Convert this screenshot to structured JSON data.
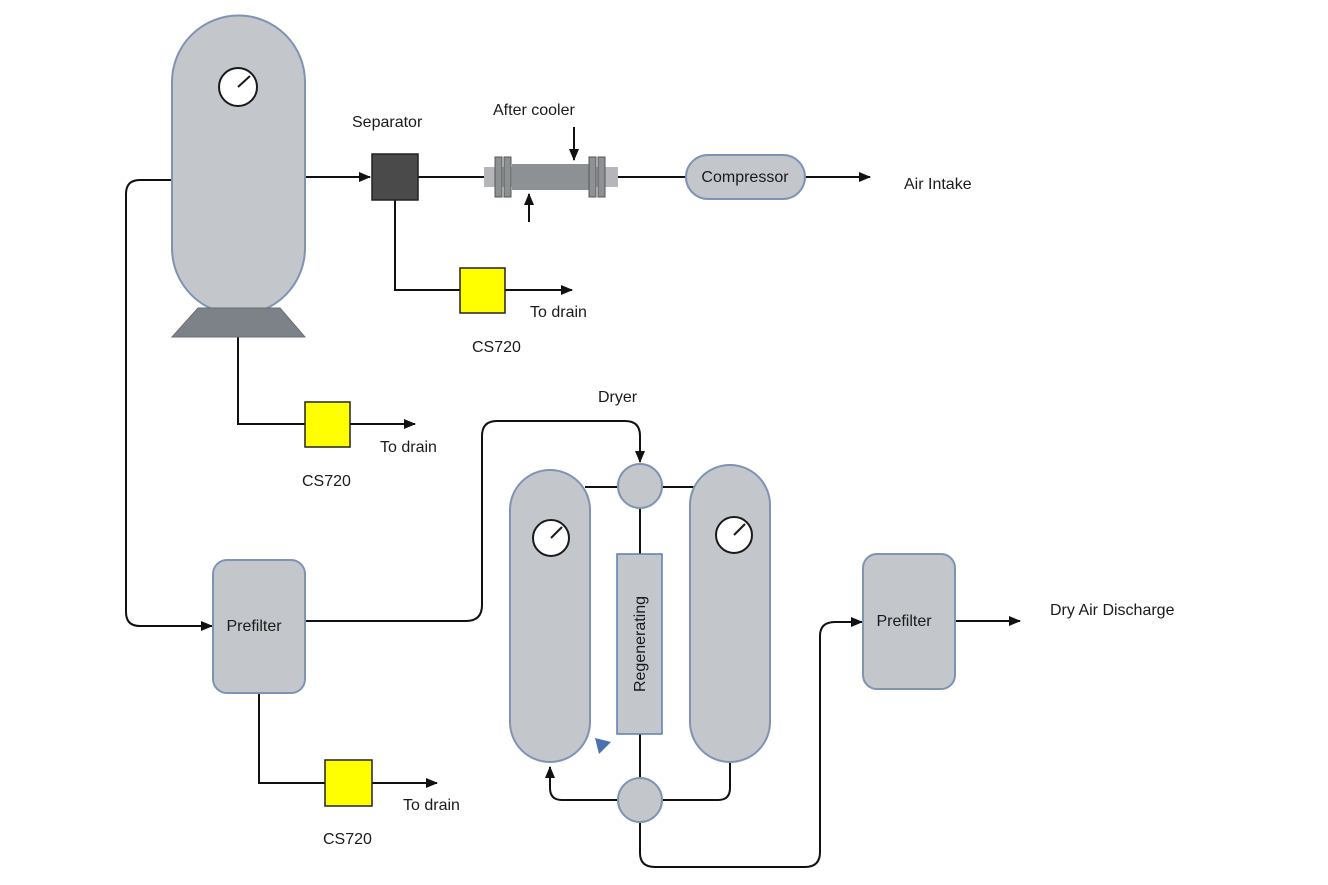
{
  "labels": {
    "separator": "Separator",
    "after_cooler": "After cooler",
    "compressor": "Compressor",
    "air_intake": "Air Intake",
    "to_drain_1": "To drain",
    "cs720_1": "CS720",
    "to_drain_2": "To drain",
    "cs720_2": "CS720",
    "dryer": "Dryer",
    "regenerating": "Regenerating",
    "prefilter_1": "Prefilter",
    "prefilter_2": "Prefilter",
    "dry_air_discharge": "Dry Air Discharge",
    "to_drain_3": "To drain",
    "cs720_3": "CS720"
  },
  "colors": {
    "vessel_fill": "#c3c6cb",
    "vessel_outline": "#7f93b4",
    "drain_trap": "#ffff00",
    "separator_fill": "#4a4a4a",
    "pipe": "#111111",
    "flow_marker": "#4a72b0"
  }
}
